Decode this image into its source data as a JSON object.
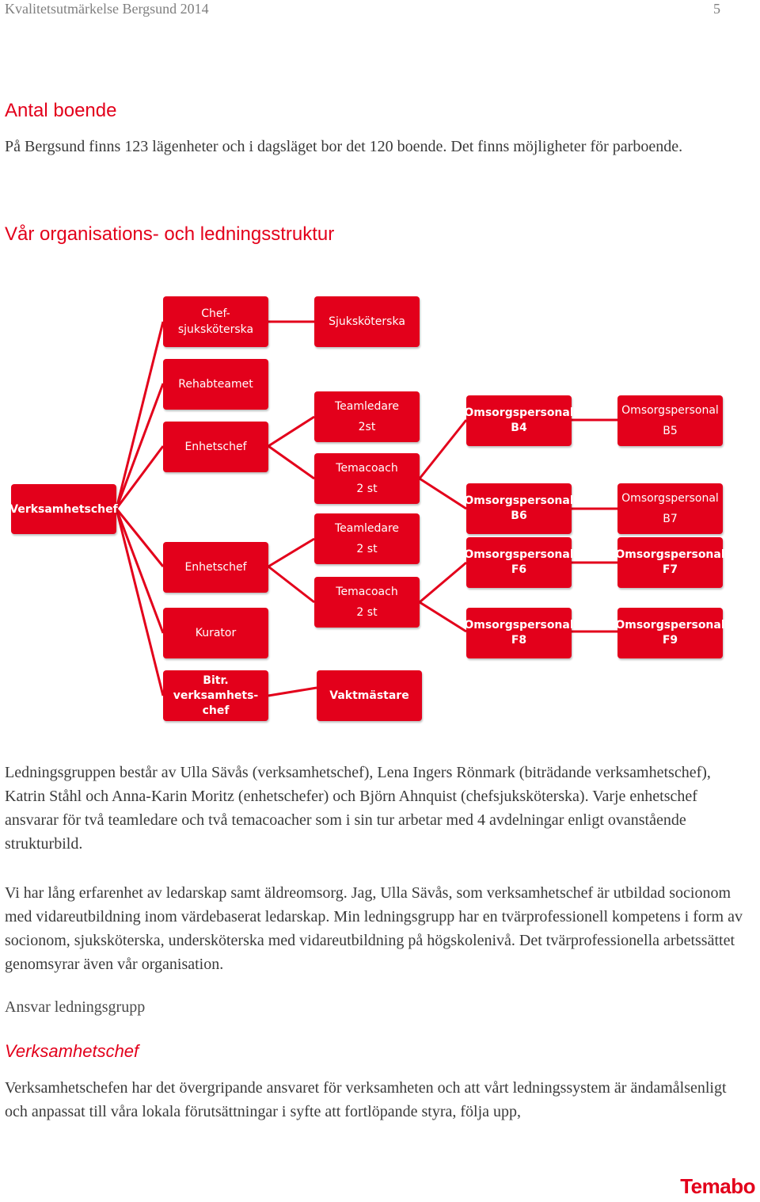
{
  "header": {
    "doc_title": "Kvalitetsutmärkelse Bergsund 2014",
    "page_number": "5"
  },
  "section1": {
    "heading": "Antal boende",
    "text": "På Bergsund finns 123 lägenheter och i dagsläget bor det 120 boende. Det finns möjligheter för parboende."
  },
  "section2": {
    "heading": "Vår organisations- och ledningsstruktur"
  },
  "org": {
    "verksamhetschef": "Verksamhetschef",
    "chef_ssk_1": "Chef-",
    "chef_ssk_2": "sjuksköterska",
    "sjukskoterska": "Sjuksköterska",
    "rehabteamet": "Rehabteamet",
    "enhetschef1": "Enhetschef",
    "enhetschef2": "Enhetschef",
    "kurator": "Kurator",
    "bitr_1": "Bitr.",
    "bitr_2": "verksamhets-",
    "bitr_3": "chef",
    "vaktmastare": "Vaktmästare",
    "teamledare1": "Teamledare",
    "teamledare1_count": "2st",
    "temacoach1": "Temacoach",
    "temacoach1_count": "2 st",
    "teamledare2": "Teamledare",
    "teamledare2_count": "2 st",
    "temacoach2": "Temacoach",
    "temacoach2_count": "2 st",
    "omsorg_label": "Omsorgspersonal",
    "b4": "B4",
    "b5": "B5",
    "b6": "B6",
    "b7": "B7",
    "f6": "F6",
    "f7": "F7",
    "f8": "F8",
    "f9": "F9"
  },
  "paragraph1": "Ledningsgruppen består av Ulla Sävås (verksamhetschef), Lena Ingers Rönmark (biträdande verksamhetschef), Katrin Ståhl och Anna-Karin Moritz (enhetschefer) och Björn Ahnquist (chefsjuksköterska). Varje enhetschef ansvarar för två teamledare och två temacoacher som i sin tur arbetar med 4 avdelningar enligt ovanstående strukturbild.",
  "paragraph2": "Vi har lång erfarenhet av ledarskap samt äldreomsorg. Jag, Ulla Sävås, som verksamhetschef är utbildad socionom med vidareutbildning inom värdebaserat ledarskap. Min ledningsgrupp har en tvärprofessionell kompetens i form av socionom, sjuksköterska, undersköterska med vidareutbildning på högskolenivå. Det tvärprofessionella arbetssättet genomsyrar även vår organisation.",
  "subheading": "Ansvar ledningsgrupp",
  "subheading2": "Verksamhetschef",
  "paragraph3": "Verksamhetschefen har det övergripande ansvaret för verksamheten och att vårt ledningssystem är ändamålsenligt och anpassat till våra lokala förutsättningar i syfte att fortlöpande styra, följa upp,",
  "logo": "Temabo",
  "colors": {
    "accent": "#e3001b",
    "text": "#3a3a3a"
  }
}
